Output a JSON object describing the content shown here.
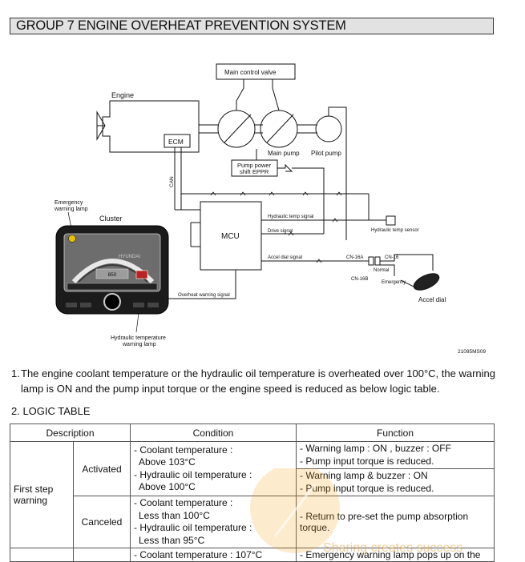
{
  "header": {
    "title": "GROUP  7  ENGINE OVERHEAT PREVENTION SYSTEM"
  },
  "diagram": {
    "main_control_valve": "Main control valve",
    "engine": "Engine",
    "ecm": "ECM",
    "main_pump": "Main pump",
    "pilot_pump": "Pilot pump",
    "eppr_line1": "Pump power",
    "eppr_line2": "shift EPPR",
    "can": "CAN",
    "emergency_lamp_line1": "Emergency",
    "emergency_lamp_line2": "warning lamp",
    "cluster": "Cluster",
    "mcu": "MCU",
    "hyd_temp_signal": "Hydraulic temp signal",
    "drive_signal": "Drive signal",
    "accel_dial_signal": "Accel dial signal",
    "overheat_signal": "Overheat warning signal",
    "hyd_temp_sensor": "Hydraulic temp sensor",
    "cn16a": "CN-16A",
    "cn16": "CN-16",
    "normal": "Normal",
    "cn16b": "CN-16B",
    "emergency": "Emergency",
    "accel_dial": "Accel dial",
    "hyd_lamp_line1": "Hydraulic temperature",
    "hyd_lamp_line2": "warning lamp",
    "fig_code": "21095MS09",
    "cluster_brand": "HYUNDAI",
    "cluster_rpm": "850"
  },
  "paragraph": {
    "number": "1.",
    "text": "The engine coolant temperature or the hydraulic oil temperature is overheated over 100°C, the warning lamp is ON and the pump input torque or the engine speed is reduced as below logic table."
  },
  "section2": {
    "title": "2. LOGIC  TABLE"
  },
  "table": {
    "headers": {
      "description": "Description",
      "condition": "Condition",
      "function": "Function"
    },
    "group": "First step warning",
    "rows": {
      "activated": {
        "label": "Activated",
        "cond": [
          "- Coolant temperature :",
          "  Above 103°C",
          "- Hydraulic oil temperature :",
          "  Above 100°C"
        ],
        "func_a": [
          "- Warning lamp : ON , buzzer : OFF",
          "- Pump input torque is reduced."
        ],
        "func_b": [
          "- Warning lamp & buzzer : ON",
          "- Pump input torque is reduced."
        ]
      },
      "canceled": {
        "label": "Canceled",
        "cond": [
          "- Coolant temperature :",
          "  Less than 100°C",
          "- Hydraulic oil temperature :",
          "  Less than 95°C"
        ],
        "func": "- Return to pre-set the pump absorption torque."
      },
      "partial": {
        "cond": "- Coolant temperature : 107°C",
        "func": "- Emergency warning lamp pops up on the"
      }
    }
  },
  "watermark": {
    "text": "Sharing creates success"
  }
}
